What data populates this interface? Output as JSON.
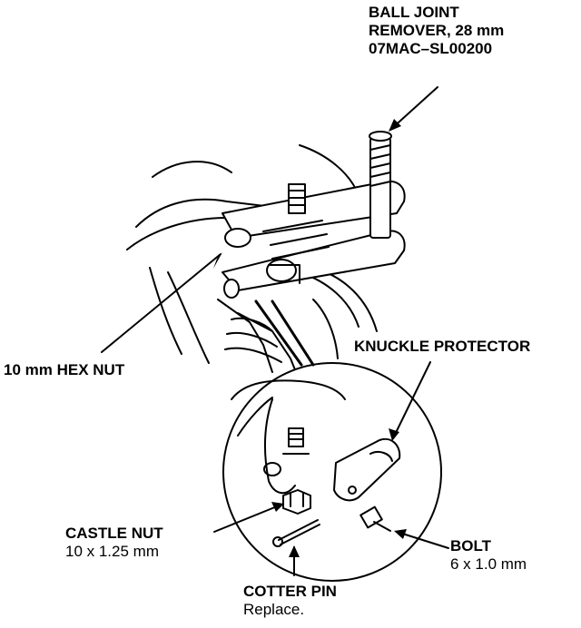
{
  "labels": {
    "ball_joint_remover": {
      "line1": "BALL JOINT",
      "line2": "REMOVER, 28 mm",
      "line3": "07MAC–SL00200"
    },
    "knuckle_protector": "KNUCKLE PROTECTOR",
    "hex_nut": "10 mm HEX NUT",
    "castle_nut": {
      "line1": "CASTLE NUT",
      "line2": "10 x 1.25 mm"
    },
    "bolt": {
      "line1": "BOLT",
      "line2": "6 x 1.0 mm"
    },
    "cotter_pin": {
      "line1": "COTTER PIN",
      "line2": "Replace."
    }
  }
}
